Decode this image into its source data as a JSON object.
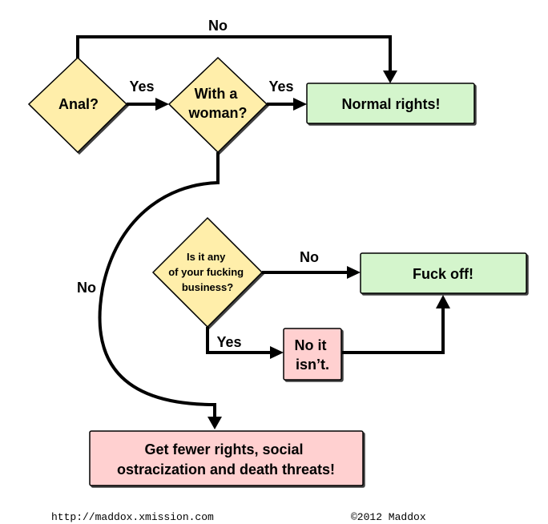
{
  "nodes": {
    "anal": {
      "lines": [
        "Anal?"
      ]
    },
    "woman": {
      "lines": [
        "With a",
        "woman?"
      ]
    },
    "normal_rights": {
      "lines": [
        "Normal rights!"
      ]
    },
    "business": {
      "lines": [
        "Is it any",
        "of your fucking",
        "business?"
      ]
    },
    "fuck_off": {
      "lines": [
        "Fuck off!"
      ]
    },
    "no_it_isnt": {
      "lines": [
        "No it",
        "isn’t."
      ]
    },
    "fewer_rights": {
      "lines": [
        "Get fewer rights, social",
        "ostracization and death threats!"
      ]
    }
  },
  "edges": {
    "anal_no": "No",
    "anal_yes": "Yes",
    "woman_yes": "Yes",
    "woman_no": "No",
    "business_no": "No",
    "business_yes": "Yes"
  },
  "footer": {
    "url": "http://maddox.xmission.com",
    "copyright": "©2012 Maddox"
  },
  "colors": {
    "decision_fill": "#ffeeaa",
    "green_fill": "#d4f5cc",
    "pink_fill": "#ffd0d0",
    "stroke": "#000000"
  }
}
